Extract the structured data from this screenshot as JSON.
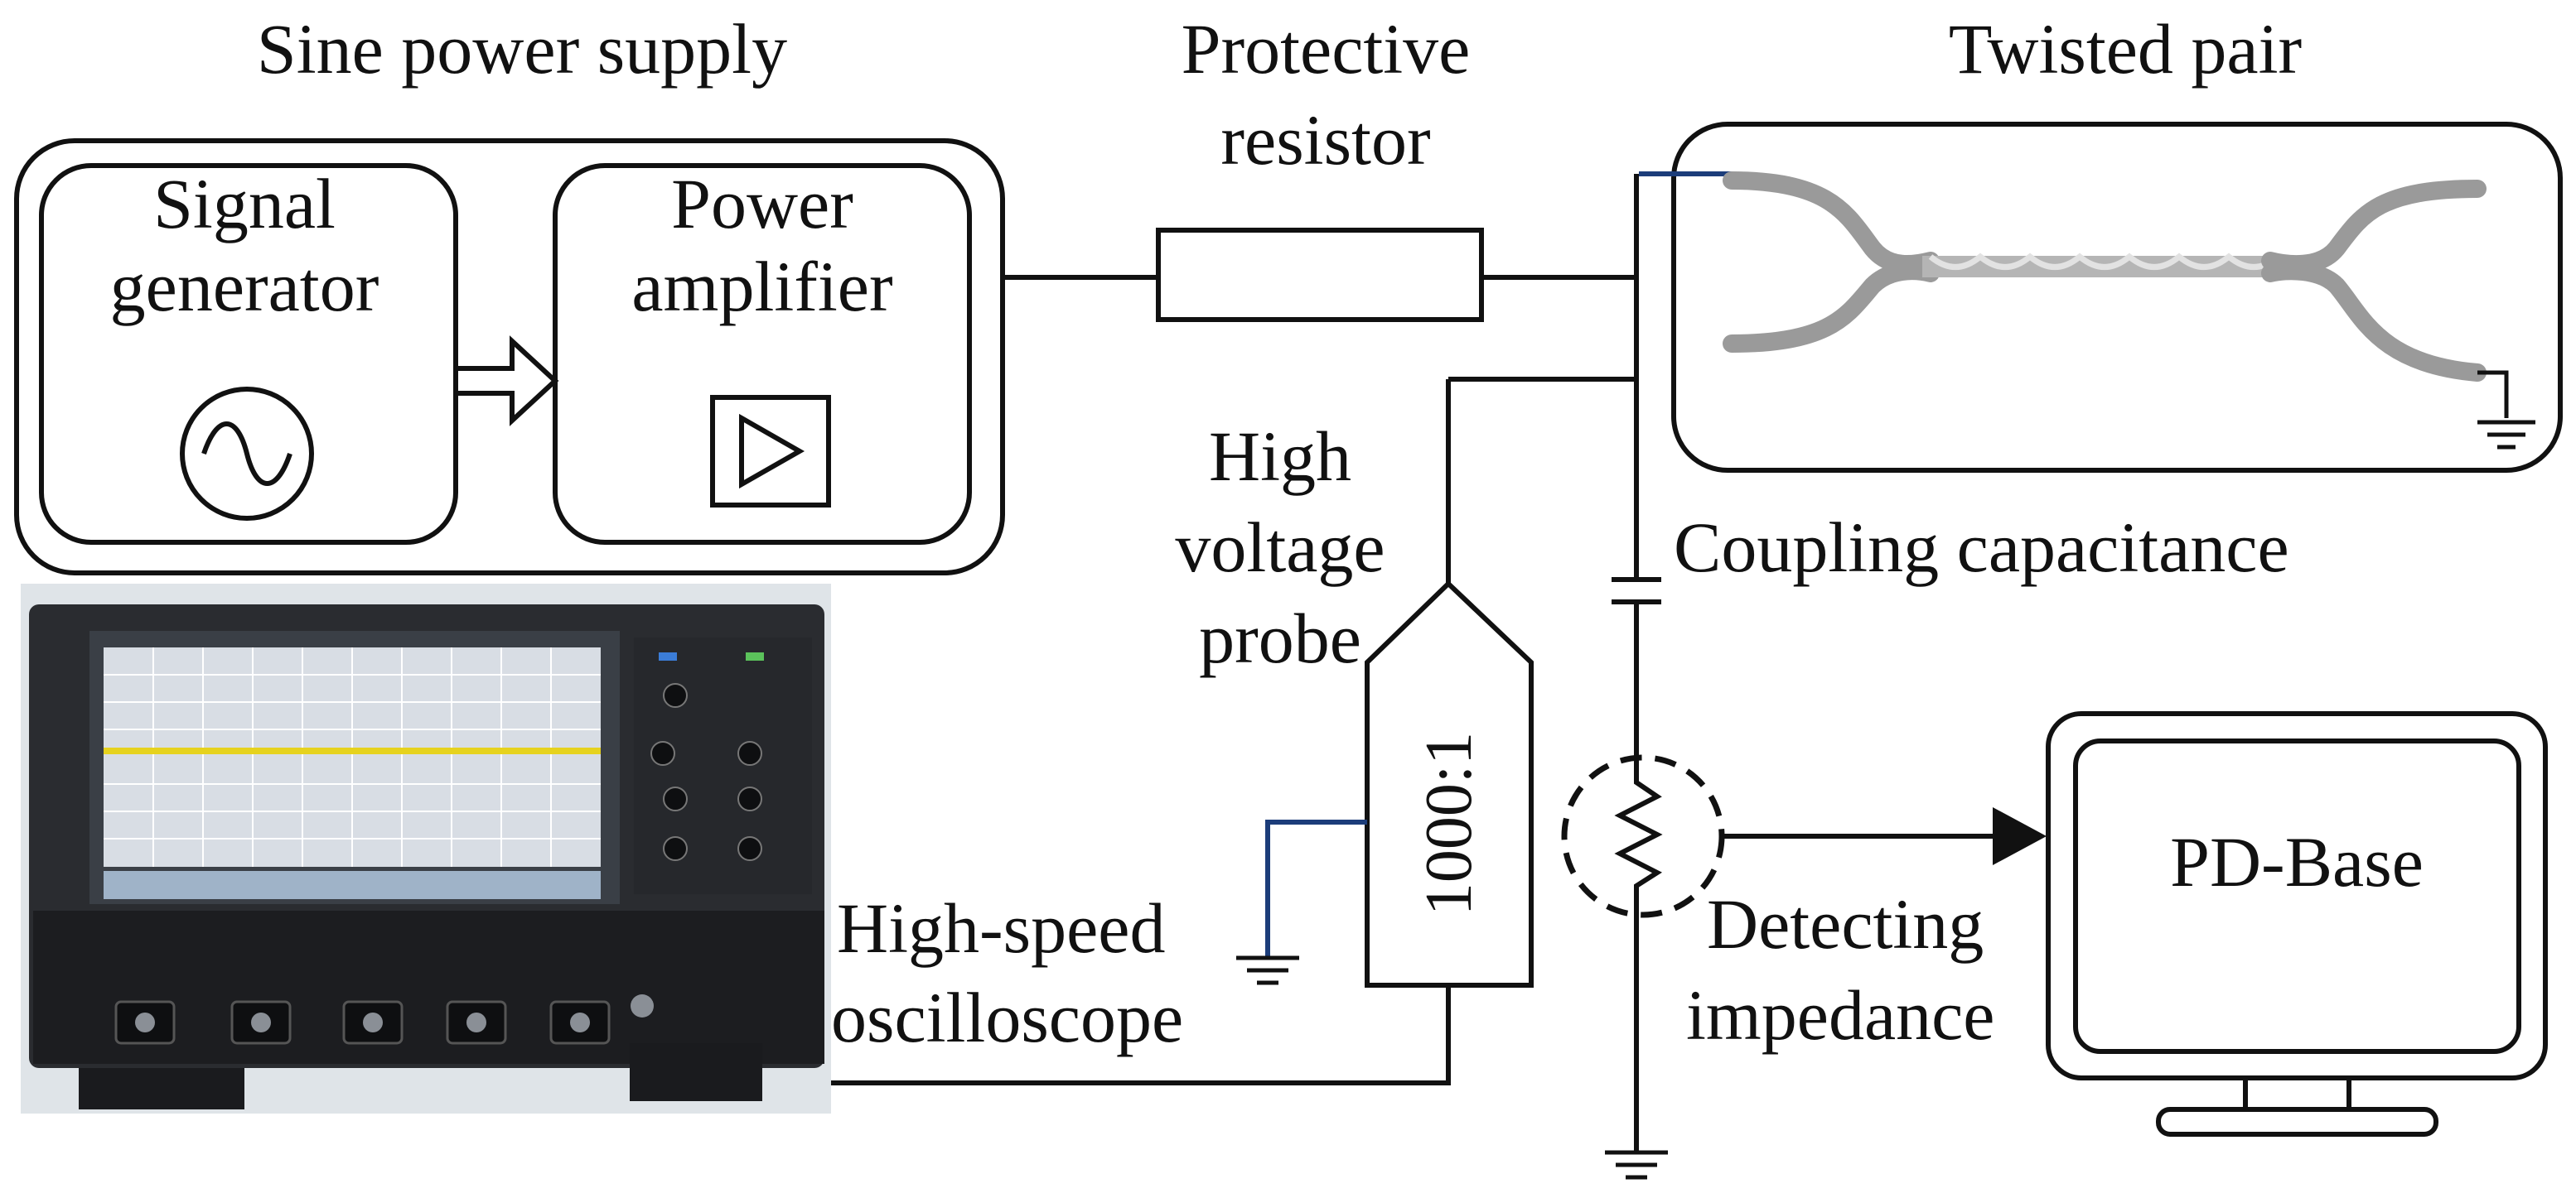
{
  "labels": {
    "sine_power_supply": "Sine power supply",
    "signal_generator_line1": "Signal",
    "signal_generator_line2": "generator",
    "power_amplifier_line1": "Power",
    "power_amplifier_line2": "amplifier",
    "protective_resistor_line1": "Protective",
    "protective_resistor_line2": "resistor",
    "twisted_pair": "Twisted pair",
    "hv_probe_line1": "High",
    "hv_probe_line2": "voltage",
    "hv_probe_line3": "probe",
    "probe_ratio": "1000:1",
    "coupling_capacitance": "Coupling capacitance",
    "oscilloscope_line1": "High-speed",
    "oscilloscope_line2": "oscilloscope",
    "detecting_impedance_line1": "Detecting",
    "detecting_impedance_line2": "impedance",
    "pd_base": "PD-Base"
  },
  "icons": {
    "signal_generator": "sine-wave-icon",
    "power_amplifier": "amplifier-triangle-icon",
    "ground": "ground-icon"
  },
  "colors": {
    "line": "#111111",
    "cable_gray": "#9a9a9a",
    "trace_yellow": "#e6d21e",
    "lead_blue": "#1c3d7a"
  }
}
